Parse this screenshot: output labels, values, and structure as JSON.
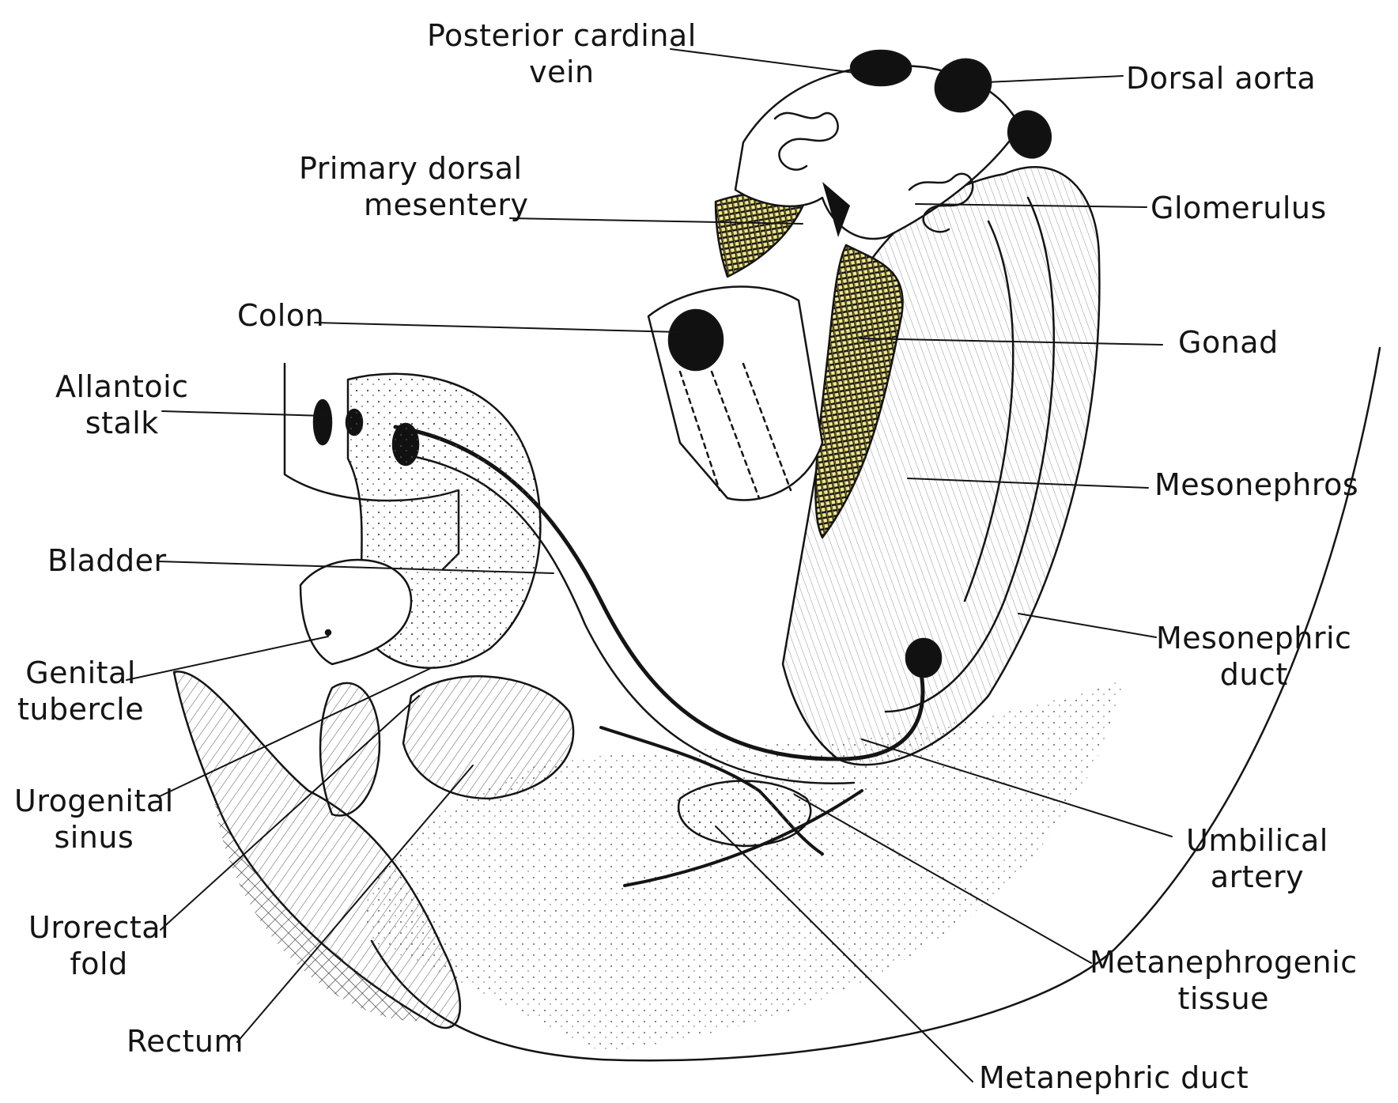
{
  "colors": {
    "ink": "#141414",
    "highlight": "#f2e88a",
    "highlight_dark": "#d9cc4f",
    "lumen": "#111111"
  },
  "labels": {
    "posterior_cardinal_vein": [
      "Posterior cardinal",
      "vein"
    ],
    "dorsal_aorta": [
      "Dorsal aorta"
    ],
    "primary_dorsal_mesentery": [
      "Primary dorsal",
      "mesentery"
    ],
    "glomerulus": [
      "Glomerulus"
    ],
    "colon": [
      "Colon"
    ],
    "gonad": [
      "Gonad"
    ],
    "allantoic_stalk": [
      "Allantoic",
      "stalk"
    ],
    "mesonephros": [
      "Mesonephros"
    ],
    "bladder": [
      "Bladder"
    ],
    "mesonephric_duct": [
      "Mesonephric",
      "duct"
    ],
    "genital_tubercle": [
      "Genital",
      "tubercle"
    ],
    "urogenital_sinus": [
      "Urogenital",
      "sinus"
    ],
    "umbilical_artery": [
      "Umbilical",
      "artery"
    ],
    "urorectal_fold": [
      "Urorectal",
      "fold"
    ],
    "metanephrogenic_tissue": [
      "Metanephrogenic",
      "tissue"
    ],
    "rectum": [
      "Rectum"
    ],
    "metanephric_duct": [
      "Metanephric duct"
    ]
  }
}
